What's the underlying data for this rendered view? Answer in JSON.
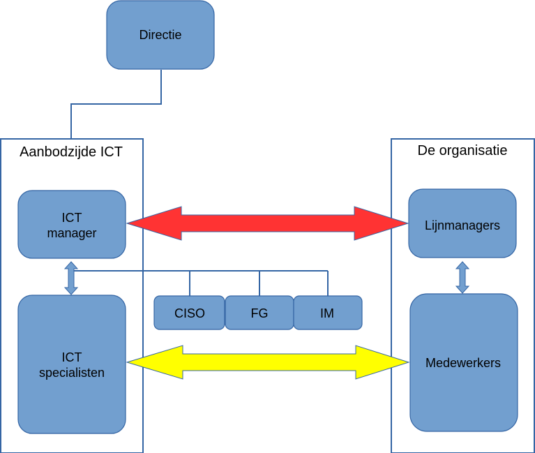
{
  "nodes": {
    "directie": "Directie",
    "ict_manager": [
      "ICT",
      "manager"
    ],
    "ict_specialisten": [
      "ICT",
      "specialisten"
    ],
    "ciso": "CISO",
    "fg": "FG",
    "im": "IM",
    "lijnmanagers": "Lijnmanagers",
    "medewerkers": "Medewerkers"
  },
  "groups": {
    "aanbod": "Aanbodzijde ICT",
    "organisatie": "De organisatie"
  },
  "colors": {
    "box_fill": "#729fcf",
    "box_stroke": "#3465a4",
    "arrow_top": "#ff3333",
    "arrow_bottom": "#ffff00"
  }
}
